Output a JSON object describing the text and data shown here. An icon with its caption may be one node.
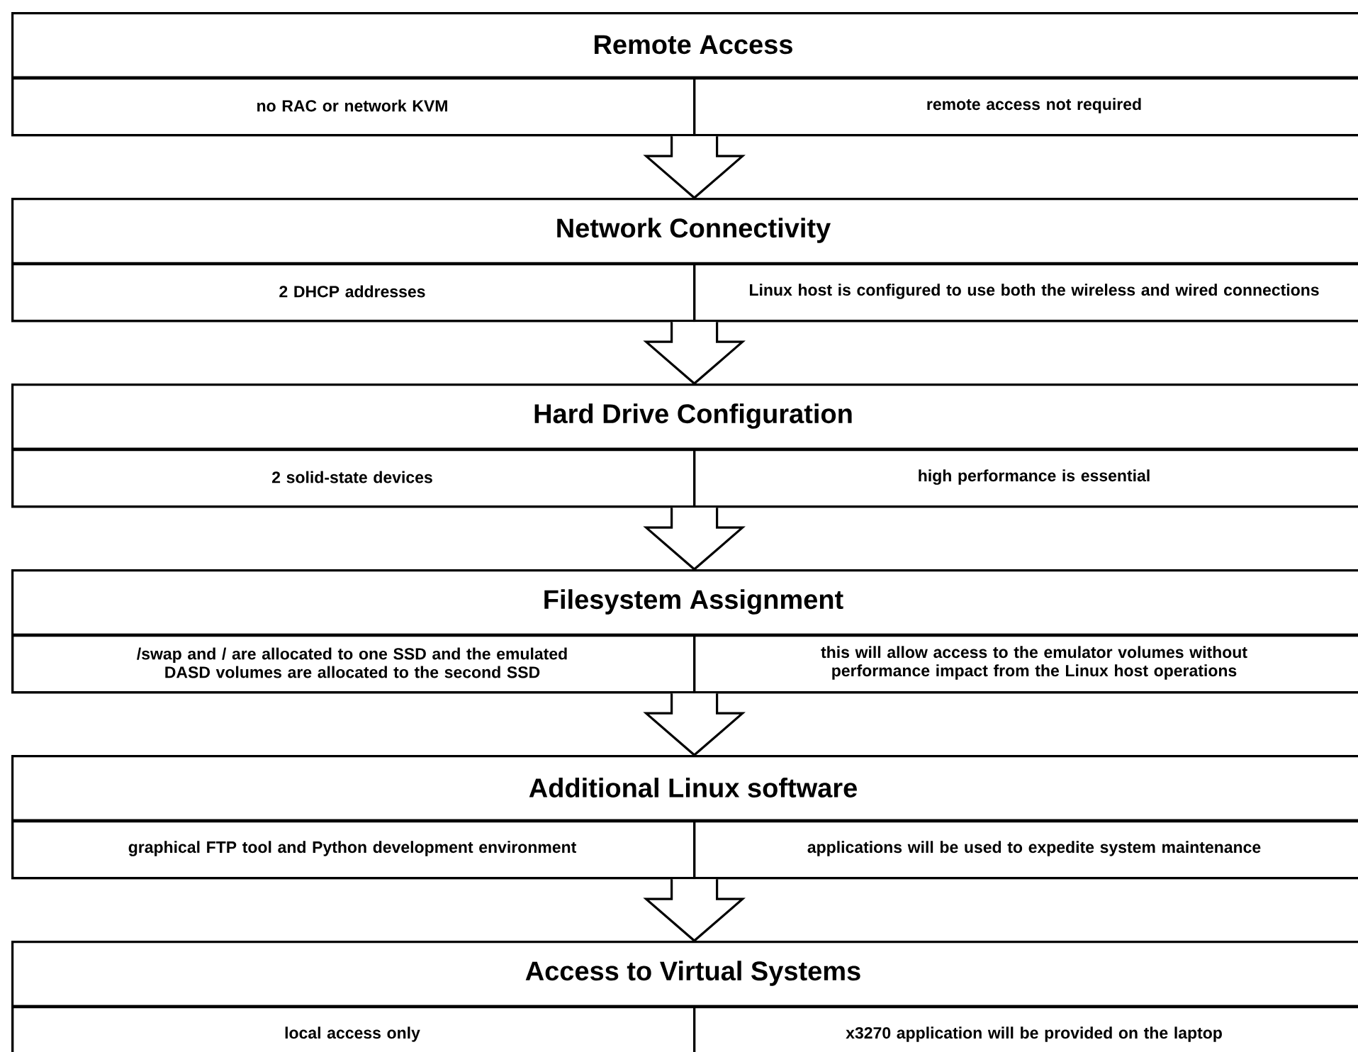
{
  "diagram": {
    "nodes": [
      {
        "text": [
          "Remote Access"
        ]
      },
      {
        "text": [
          "no RAC or network KVM"
        ],
        "in": 0
      },
      {
        "text": [
          "remote access not required"
        ],
        "in": 0
      },
      {
        "text": [
          "Network Connectivity"
        ]
      },
      {
        "text": [
          "2 DHCP addresses"
        ],
        "in": 3
      },
      {
        "text": [
          "Linux host is configured to use both the wireless and wired connections"
        ],
        "in": 3
      },
      {
        "text": [
          "Hard Drive Configuration"
        ]
      },
      {
        "text": [
          "2 solid-state devices"
        ],
        "in": 6
      },
      {
        "text": [
          "high performance is essential"
        ],
        "in": 6
      },
      {
        "text": [
          "Filesystem Assignment"
        ]
      },
      {
        "text": [
          "/swap and / are allocated to one SSD and the emulated DASD volumes are allocated to the second SSD"
        ],
        "in": 9
      },
      {
        "text": [
          "this will allow access to the emulator volumes without performance impact from the Linux host operations"
        ],
        "in": 9
      },
      {
        "text": [
          "Additional Linux software"
        ]
      },
      {
        "text": [
          "graphical FTP tool and Python development environment"
        ],
        "in": 12
      },
      {
        "text": [
          "applications will be used to expedite system maintenance"
        ],
        "in": 12
      },
      {
        "text": [
          "Access to Virtual Systems"
        ]
      },
      {
        "text": [
          "local access only"
        ],
        "in": 15
      },
      {
        "text": [
          "x3270 application will be provided on the laptop"
        ],
        "in": 15
      }
    ],
    "edges": [
      {
        "from": 0,
        "to": 3,
        "arrow": "to"
      },
      {
        "from": 3,
        "to": 6,
        "arrow": "to"
      },
      {
        "from": 6,
        "to": 9,
        "arrow": "to"
      },
      {
        "from": 9,
        "to": 12,
        "arrow": "to"
      },
      {
        "from": 12,
        "to": 15,
        "arrow": "to"
      }
    ]
  }
}
